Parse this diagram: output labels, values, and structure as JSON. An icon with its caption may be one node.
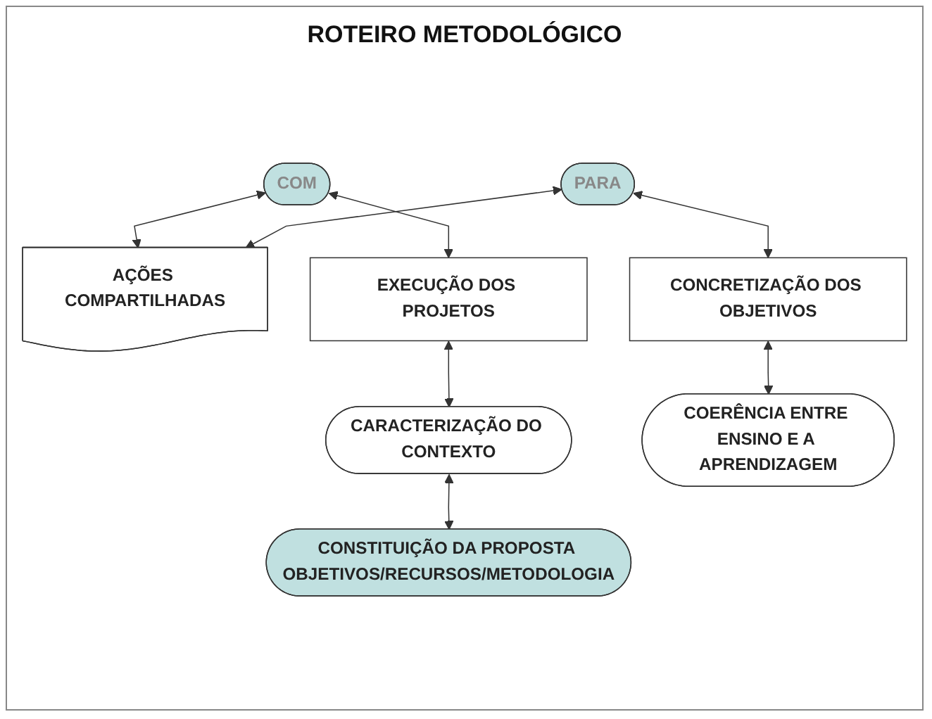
{
  "diagram": {
    "title": "ROTEIRO METODOLÓGICO",
    "nodes": [
      {
        "text": [
          "COM"
        ]
      },
      {
        "text": [
          "PARA"
        ]
      },
      {
        "text": [
          "AÇÕES COMPARTILHADAS"
        ]
      },
      {
        "text": [
          "EXECUÇÃO DOS PROJETOS"
        ]
      },
      {
        "text": [
          "CONCRETIZAÇÃO DOS OBJETIVOS"
        ]
      },
      {
        "text": [
          "CARACTERIZAÇÃO DO CONTEXTO"
        ]
      },
      {
        "text": [
          "COERÊNCIA ENTRE ENSINO E A APRENDIZAGEM"
        ]
      },
      {
        "text": [
          "CONSTITUIÇÃO DA PROPOSTA OBJETIVOS/RECURSOS/METODOLOGIA"
        ]
      }
    ],
    "edges": [
      {
        "from": 0,
        "to": 2,
        "arrow": "both"
      },
      {
        "from": 1,
        "to": 2,
        "arrow": "both"
      },
      {
        "from": 0,
        "to": 3,
        "arrow": "both"
      },
      {
        "from": 1,
        "to": 4,
        "arrow": "both"
      },
      {
        "from": 3,
        "to": 5,
        "arrow": "both"
      },
      {
        "from": 4,
        "to": 6,
        "arrow": "both"
      },
      {
        "from": 5,
        "to": 7,
        "arrow": "both"
      }
    ]
  }
}
